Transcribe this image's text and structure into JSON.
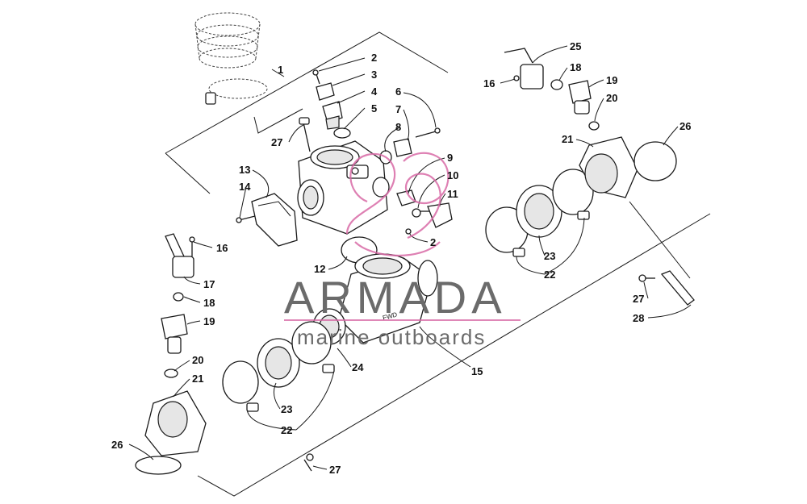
{
  "watermark": {
    "title": "ARMADA",
    "subtitle": "marine outboards",
    "logo_color": "#d86aa6",
    "text_color": "#6b6b6b"
  },
  "callouts": [
    "1",
    "2",
    "3",
    "4",
    "5",
    "6",
    "7",
    "8",
    "9",
    "10",
    "11",
    "2",
    "27",
    "13",
    "14",
    "12",
    "16",
    "17",
    "18",
    "19",
    "20",
    "21",
    "26",
    "23",
    "22",
    "24",
    "15",
    "25",
    "16",
    "18",
    "19",
    "20",
    "21",
    "26",
    "23",
    "22",
    "27",
    "28",
    "27"
  ],
  "part_stamp": "FWD"
}
